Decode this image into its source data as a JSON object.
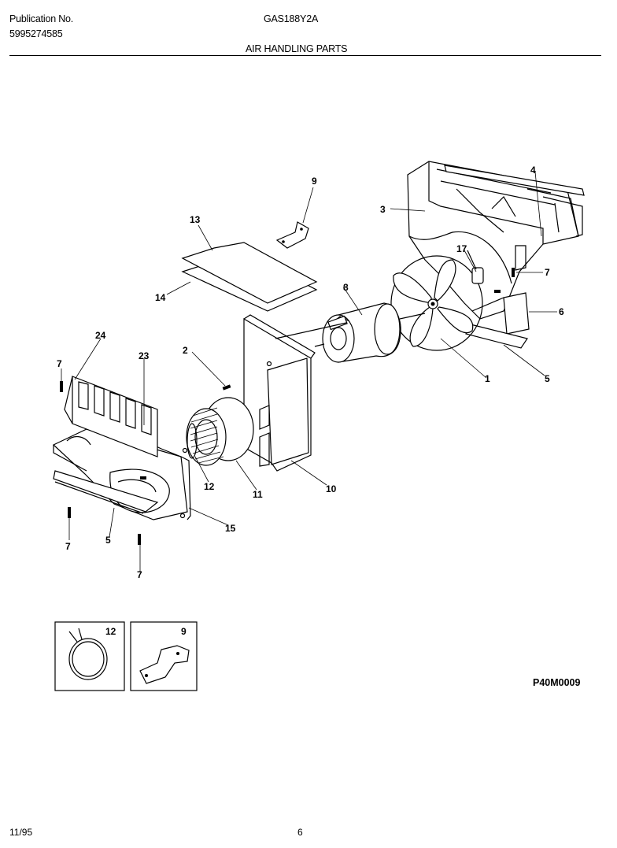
{
  "header": {
    "publication_label": "Publication No.",
    "publication_number": "5995274585",
    "model": "GAS188Y2A",
    "section_title": "AIR HANDLING PARTS"
  },
  "diagram_code": "P40M0009",
  "footer": {
    "date": "11/95",
    "page_number": "6"
  },
  "callouts": {
    "c1": "1",
    "c2": "2",
    "c3": "3",
    "c4": "4",
    "c5a": "5",
    "c5b": "5",
    "c6": "6",
    "c7a": "7",
    "c7b": "7",
    "c7c": "7",
    "c7d": "7",
    "c8": "8",
    "c9": "9",
    "c10": "10",
    "c11": "11",
    "c12": "12",
    "c13": "13",
    "c14": "14",
    "c15": "15",
    "c17": "17",
    "c23": "23",
    "c24": "24",
    "inset12": "12",
    "inset9": "9"
  }
}
